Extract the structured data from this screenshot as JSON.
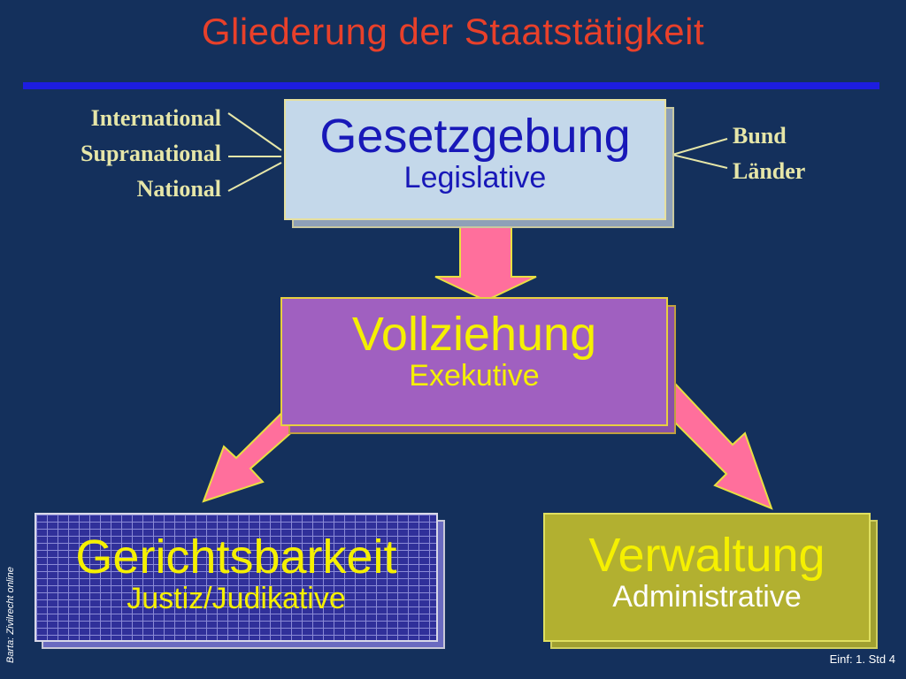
{
  "title": "Gliederung der Staatstätigkeit",
  "legislative": {
    "heading": "Gesetzgebung",
    "subheading": "Legislative"
  },
  "executive": {
    "heading": "Vollziehung",
    "subheading": "Exekutive"
  },
  "judiciary": {
    "heading": "Gerichtsbarkeit",
    "subheading": "Justiz/Judikative"
  },
  "administration": {
    "heading": "Verwaltung",
    "subheading": "Administrative"
  },
  "levels": [
    "International",
    "Supranational",
    "National"
  ],
  "federal": [
    "Bund",
    "Länder"
  ],
  "credit": "Barta: Zivilrecht online",
  "footer": "Einf: 1. Std 4",
  "colors": {
    "background": "#14305c",
    "title": "#e8402a",
    "rule": "#1d1de0",
    "arrow": "#ff6f9c",
    "highlight_text": "#f5f000"
  }
}
